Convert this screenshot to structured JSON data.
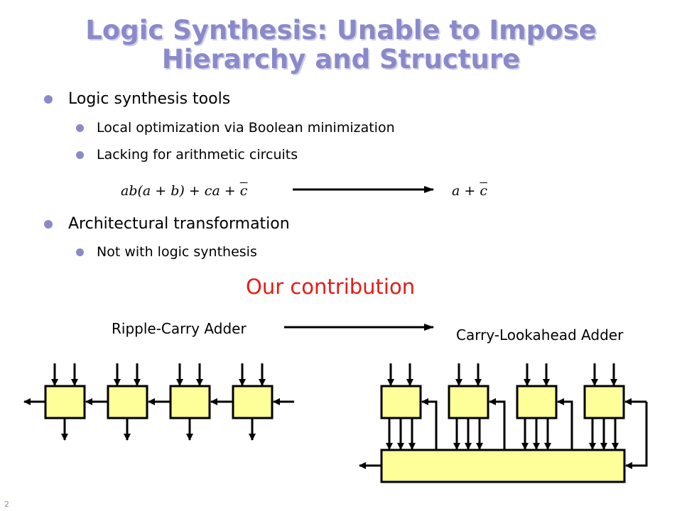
{
  "title": {
    "line1": "Logic Synthesis: Unable to Impose",
    "line2": "Hierarchy and Structure"
  },
  "bullets": [
    {
      "text": "Logic synthesis tools",
      "sub": [
        "Local optimization via Boolean minimization",
        "Lacking for arithmetic circuits"
      ]
    },
    {
      "text": "Architectural transformation",
      "sub": [
        "Not with logic synthesis"
      ]
    }
  ],
  "formula": {
    "left_main": "ab(a + b) + ca + ",
    "left_bar": "c",
    "right_main": "a + ",
    "right_bar": "c"
  },
  "contribution": "Our contribution",
  "transform": {
    "from_label": "Ripple-Carry Adder",
    "to_label": "Carry-Lookahead Adder"
  },
  "colors": {
    "title": "#8a89c9",
    "bullet": "#8a89c9",
    "contribution": "#e41b17",
    "block_fill": "#ffff99"
  },
  "page_number": "2"
}
